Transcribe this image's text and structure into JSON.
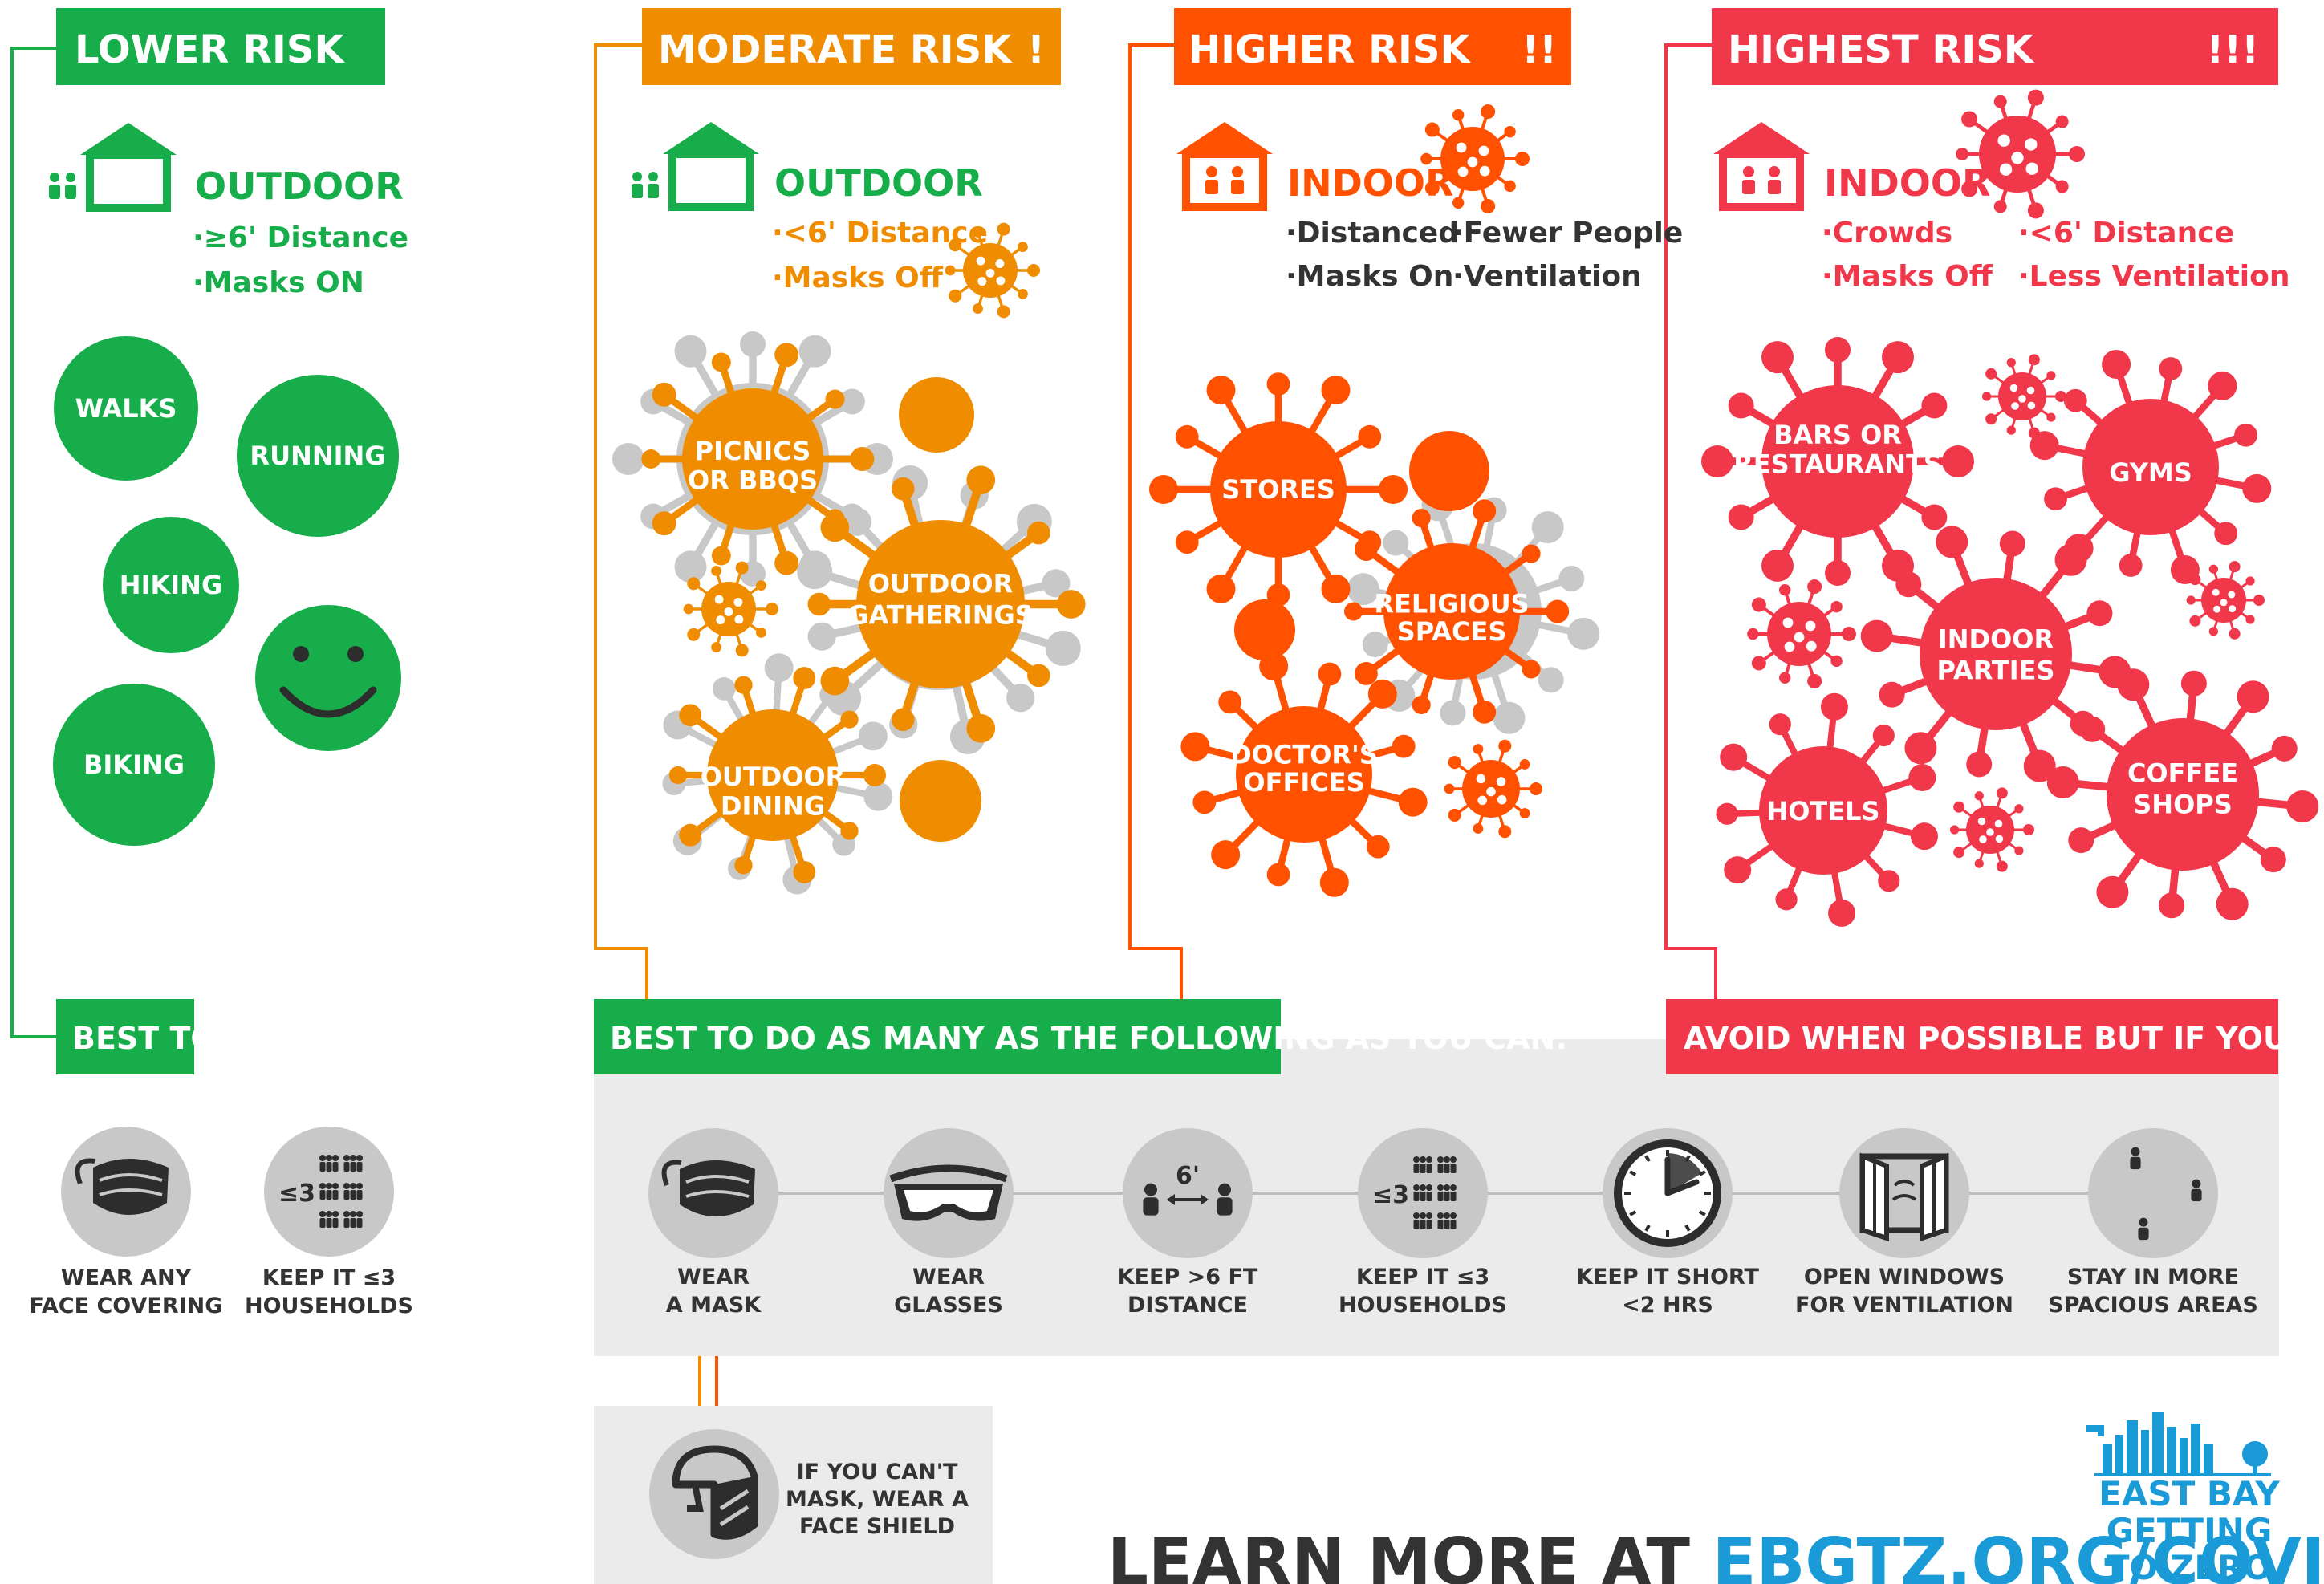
{
  "colors": {
    "green": "#16ad4a",
    "orange": "#f08c00",
    "orange_red": "#ff5100",
    "red": "#f0384a",
    "gray_virus": "#c8c8c8",
    "band_bg": "#ebebeb",
    "icon_circle": "#c8c8c8",
    "icon_ink": "#2d2d2d",
    "text_dark": "#333333",
    "logo_blue": "#1a9bd7",
    "url_blue": "#1a9bd7"
  },
  "columns": {
    "lower": {
      "header": "LOWER RISK",
      "marks": "",
      "setting": "OUTDOOR",
      "bullets": [
        "·≥6' Distance",
        "·Masks ON"
      ],
      "activities": [
        "WALKS",
        "RUNNING",
        "HIKING",
        "BIKING"
      ]
    },
    "moderate": {
      "header": "MODERATE RISK",
      "marks": "!",
      "setting": "OUTDOOR",
      "bullets": [
        "·<6' Distance",
        "·Masks Off"
      ],
      "activities": [
        [
          "PICNICS",
          "OR BBQS"
        ],
        [
          "OUTDOOR",
          "GATHERINGS"
        ],
        [
          "OUTDOOR",
          "DINING"
        ]
      ]
    },
    "higher": {
      "header": "HIGHER RISK",
      "marks": "!!",
      "setting": "INDOOR",
      "bullets": [
        "·Distanced",
        "·Fewer People",
        "·Masks On",
        "·Ventilation"
      ],
      "activities": [
        [
          "STORES"
        ],
        [
          "RELIGIOUS",
          "SPACES"
        ],
        [
          "DOCTOR'S",
          "OFFICES"
        ]
      ]
    },
    "highest": {
      "header": "HIGHEST RISK",
      "marks": "!!!",
      "setting": "INDOOR",
      "bullets": [
        "·Crowds",
        "·<6' Distance",
        "·Masks Off",
        "·Less Ventilation"
      ],
      "activities": [
        [
          "BARS OR",
          "RESTAURANTS"
        ],
        [
          "GYMS"
        ],
        [
          "INDOOR",
          "PARTIES"
        ],
        [
          "HOTELS"
        ],
        [
          "COFFEE",
          "SHOPS"
        ]
      ]
    }
  },
  "best_to": {
    "label": "BEST TO:",
    "items": [
      {
        "icon": "mask-icon",
        "lines": [
          "WEAR ANY",
          "FACE COVERING"
        ]
      },
      {
        "icon": "households-icon",
        "badge": "≤3",
        "lines": [
          "KEEP IT ≤3",
          "HOUSEHOLDS"
        ]
      }
    ]
  },
  "best_do": {
    "label": "BEST TO DO AS MANY AS THE FOLLOWING AS YOU CAN:"
  },
  "avoid": {
    "label": "AVOID WHEN POSSIBLE BUT IF YOU ATTEND:"
  },
  "tips": [
    {
      "icon": "mask-icon",
      "lines": [
        "WEAR",
        "A MASK"
      ]
    },
    {
      "icon": "glasses-icon",
      "lines": [
        "WEAR",
        "GLASSES"
      ]
    },
    {
      "icon": "distance-icon",
      "badge": "6'",
      "lines": [
        "KEEP >6 FT",
        "DISTANCE"
      ]
    },
    {
      "icon": "households-icon",
      "badge": "≤3",
      "lines": [
        "KEEP IT ≤3",
        "HOUSEHOLDS"
      ]
    },
    {
      "icon": "clock-icon",
      "lines": [
        "KEEP IT SHORT",
        "<2 HRS"
      ]
    },
    {
      "icon": "window-icon",
      "lines": [
        "OPEN WINDOWS",
        "FOR VENTILATION"
      ]
    },
    {
      "icon": "spacious-icon",
      "lines": [
        "STAY IN MORE",
        "SPACIOUS AREAS"
      ]
    }
  ],
  "face_shield": {
    "icon": "face-shield-icon",
    "lines": [
      "IF YOU CAN'T",
      "MASK, WEAR A",
      "FACE SHIELD"
    ]
  },
  "footer": {
    "learn_prefix": "LEARN MORE AT ",
    "url": "EBGTZ.ORG/COVID"
  },
  "logo": {
    "lines": [
      "EAST BAY",
      "GETTING",
      "TO ZERO"
    ]
  }
}
